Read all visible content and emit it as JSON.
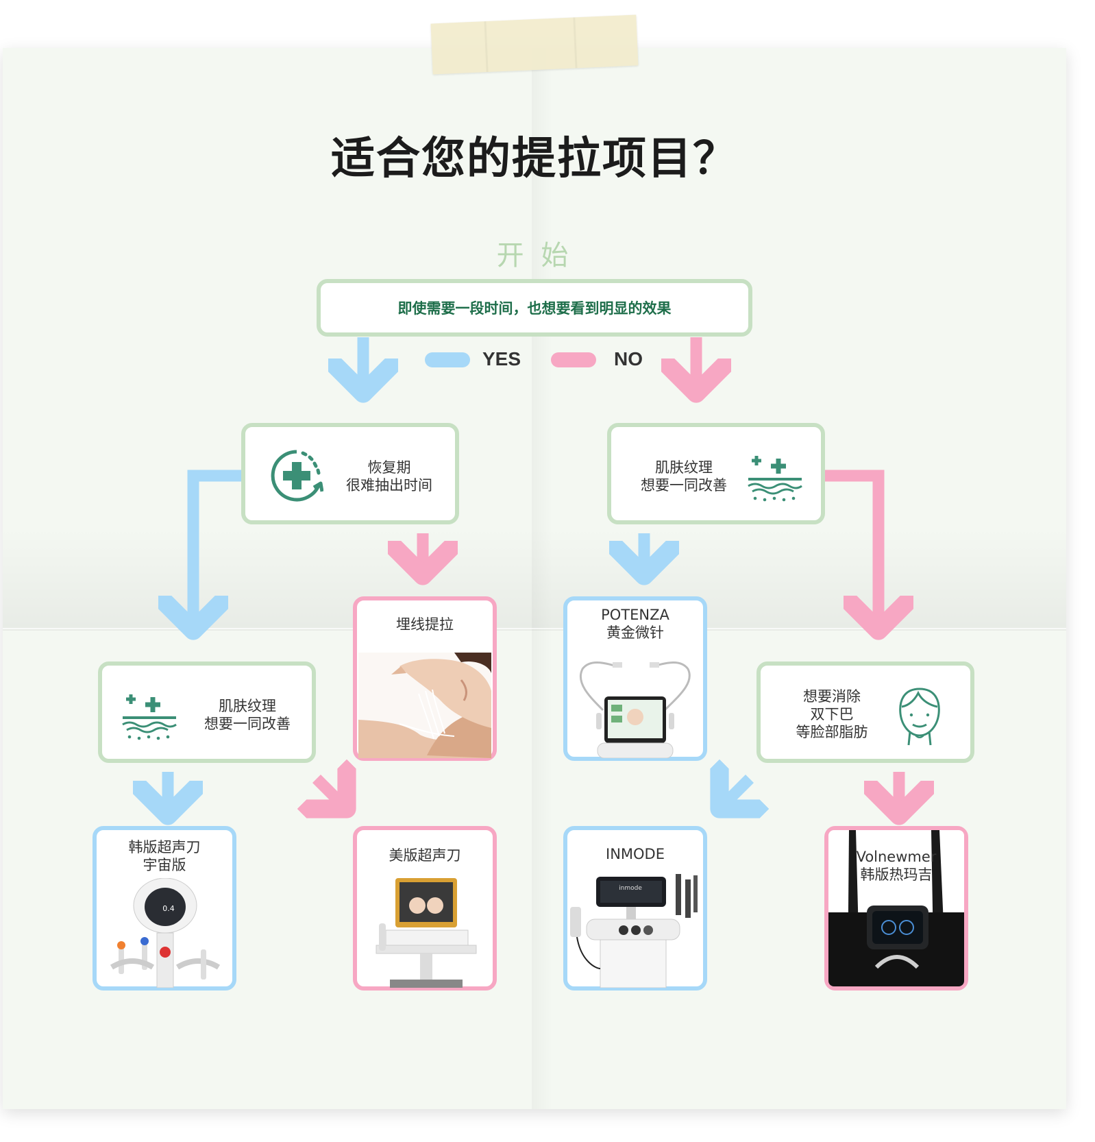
{
  "title": "适合您的提拉项目？",
  "start_label": "开 始",
  "question_top": "即使需要一段时间，也想要看到明显的效果",
  "legend": {
    "yes": "YES",
    "no": "NO"
  },
  "colors": {
    "yes": "#a6d8f8",
    "no": "#f7a7c3",
    "question_border": "#c7e0c3",
    "icon_teal": "#3b8f76",
    "start": "#b7d7b0"
  },
  "questions": {
    "recovery": "恢复期\n很难抽出时间",
    "texture_right": "肌肤纹理\n想要一同改善",
    "texture_left": "肌肤纹理\n想要一同改善",
    "double_chin": "想要消除\n双下巴\n等脸部脂肪"
  },
  "results": {
    "thread_lift": "埋线提拉",
    "potenza": "POTENZA\n黄金微针",
    "korean_ultherapy": "韩版超声刀\n宇宙版",
    "us_ultherapy": "美版超声刀",
    "inmode": "INMODE",
    "volnewmer": "Volnewmer\n韩版热玛吉"
  },
  "device_text": {
    "screen_value": "0.4",
    "inmode_brand": "inmode"
  },
  "icons": [
    "recovery-plus-icon",
    "skin-texture-icon",
    "face-outline-icon"
  ]
}
